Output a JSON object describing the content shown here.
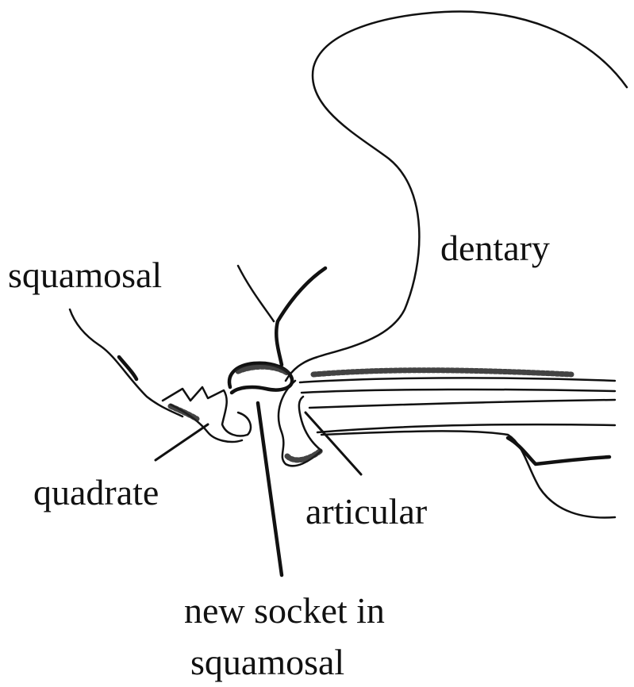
{
  "labels": {
    "dentary": "dentary",
    "squamosal": "squamosal",
    "quadrate": "quadrate",
    "articular": "articular",
    "new_socket_line1": "new socket in",
    "new_socket_line2": "squamosal"
  }
}
